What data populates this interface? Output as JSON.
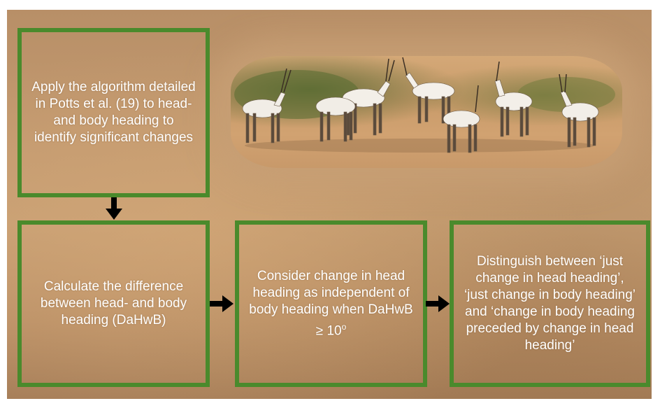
{
  "steps": {
    "apply_algorithm": "Apply the algorithm detailed in Potts et al. (19) to head- and body heading to identify significant changes",
    "calculate_difference": "Calculate the difference between head- and body heading (DaHwB)",
    "consider_change_main": "Consider change in head heading as independent of body heading when DaHwB ≥ 10",
    "consider_change_unit": "o",
    "distinguish": "Distinguish between ‘just change in head heading’, ‘just change  in body heading’ and ‘change in body heading preceded by change in head heading’"
  },
  "colors": {
    "box_border": "#4a8a2c",
    "arrow": "#000000",
    "text": "#ffffff"
  },
  "icons": {
    "background": "desert-sand-photo",
    "inset": "oryx-herd-photo"
  }
}
